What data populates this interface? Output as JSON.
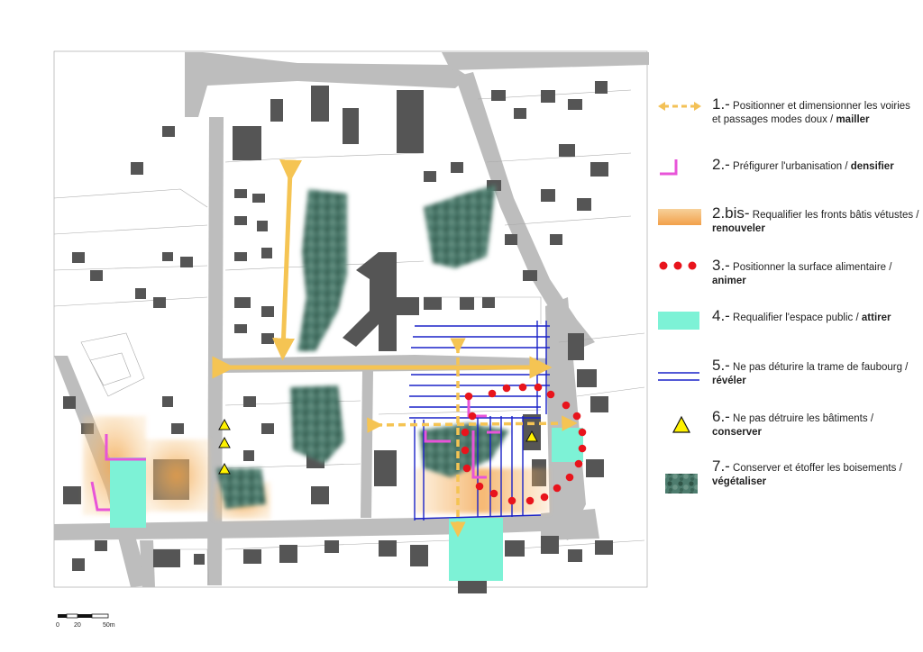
{
  "legend": [
    {
      "number": "1.-",
      "text": "Positionner et dimensionner les voiries et passages modes doux / ",
      "keyword": "mailler",
      "symbol": "dashed-double-arrow",
      "color": "#F3C157"
    },
    {
      "number": "2.-",
      "text": "Préfigurer l'urbanisation / ",
      "keyword": "densifier",
      "symbol": "magenta-corner",
      "color": "#E854D8"
    },
    {
      "number": "2.bis-",
      "text": "Requalifier les fronts bâtis vétustes / ",
      "keyword": "renouveler",
      "symbol": "orange-gradient",
      "color": "#F5B45A"
    },
    {
      "number": "3.-",
      "text": "Positionner la surface alimentaire / ",
      "keyword": "animer",
      "symbol": "red-dots",
      "color": "#E8141C"
    },
    {
      "number": "4.-",
      "text": "Requalifier l'espace public / ",
      "keyword": "attirer",
      "symbol": "teal-rectangle",
      "color": "#7DF2D6"
    },
    {
      "number": "5.-",
      "text": "Ne pas déturire la trame de faubourg / ",
      "keyword": "révéler",
      "symbol": "blue-lines",
      "color": "#1A22C8"
    },
    {
      "number": "6.-",
      "text": "Ne pas détruire les bâtiments / ",
      "keyword": "conserver",
      "symbol": "yellow-triangle",
      "color": "#FFF200"
    },
    {
      "number": "7.-",
      "text": "Conserver et étoffer les boisements / ",
      "keyword": "végétaliser",
      "symbol": "tree-texture",
      "color": "#3E6B5A"
    }
  ],
  "scale": {
    "labels": [
      "0",
      "20",
      "50m"
    ]
  }
}
